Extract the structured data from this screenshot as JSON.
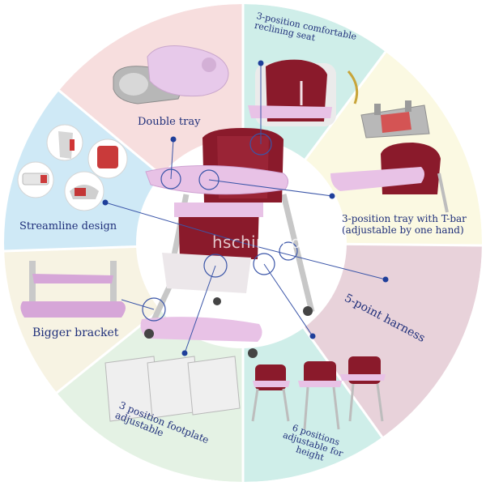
{
  "labels": {
    "double_tray": "Double tray",
    "reclining": "3-position comfortable reclining seat",
    "tray_tbar_line1": "3-position tray with T-bar",
    "tray_tbar_line2": "(adjustable by one hand)",
    "streamline": "Streamline design",
    "harness": "5-point harness",
    "bracket": "Bigger bracket",
    "footplate": "3 position footplate adjustable",
    "height": "6 positions adjustable for height"
  },
  "watermark": "hschina.com",
  "colors": {
    "pink": "#f7dede",
    "mint": "#cfeee9",
    "cream": "#fbf9e2",
    "sky": "#cfe9f6",
    "blush": "#f0e1e6",
    "beige": "#f7f3e3",
    "pale_green": "#e4f2e4",
    "rose": "#e8d2da",
    "text_blue": "#1f2f7a",
    "chair_red": "#8a1a2b",
    "chair_lilac": "#e8c2e6"
  }
}
